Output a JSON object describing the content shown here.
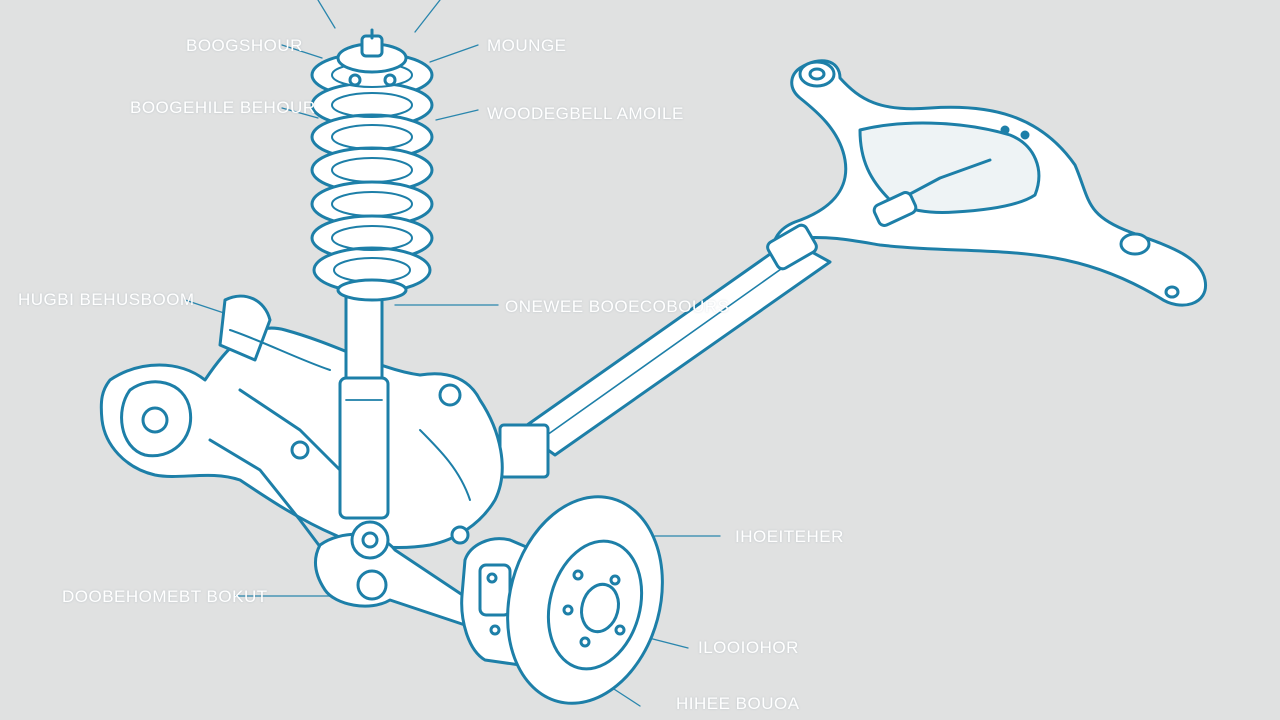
{
  "colors": {
    "background": "#e0e1e1",
    "stroke": "#1d7fa8",
    "fill": "#ffffff",
    "label": "#ffffff",
    "leader": "#2a86ad"
  },
  "labels": [
    {
      "id": "top-left-1",
      "text": "BOOGSHOUR"
    },
    {
      "id": "top-right-1",
      "text": "MOUNGE"
    },
    {
      "id": "top-left-2",
      "text": "BOOGEHILE BEHOUR"
    },
    {
      "id": "top-right-2",
      "text": "WOODEGBELL AMOILE"
    },
    {
      "id": "mid-left",
      "text": "HUGBI BEHUSBOOM"
    },
    {
      "id": "mid-right",
      "text": "ONEWEE BOOECOBOURS"
    },
    {
      "id": "right-1",
      "text": "IHOEITEHER"
    },
    {
      "id": "lower-left",
      "text": "DOOBEHOMEBT BOKUT"
    },
    {
      "id": "right-2",
      "text": "ILOOIOHOR"
    },
    {
      "id": "bottom-right",
      "text": "HIHEE BOUOA"
    }
  ]
}
